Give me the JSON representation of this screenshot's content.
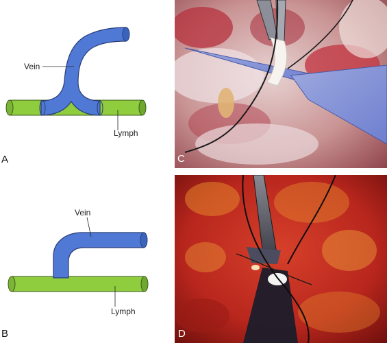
{
  "panels": {
    "a": {
      "letter": "A",
      "vein_label": "Vein",
      "lymph_label": "Lymph"
    },
    "b": {
      "letter": "B",
      "vein_label": "Vein",
      "lymph_label": "Lymph"
    },
    "c": {
      "letter": "C"
    },
    "d": {
      "letter": "D"
    }
  },
  "colors": {
    "vein": "#4f79d4",
    "vein_dark": "#2f52a8",
    "lymph": "#8fcc3e",
    "lymph_dark": "#5e9a2a",
    "outline": "#2b3b18"
  }
}
